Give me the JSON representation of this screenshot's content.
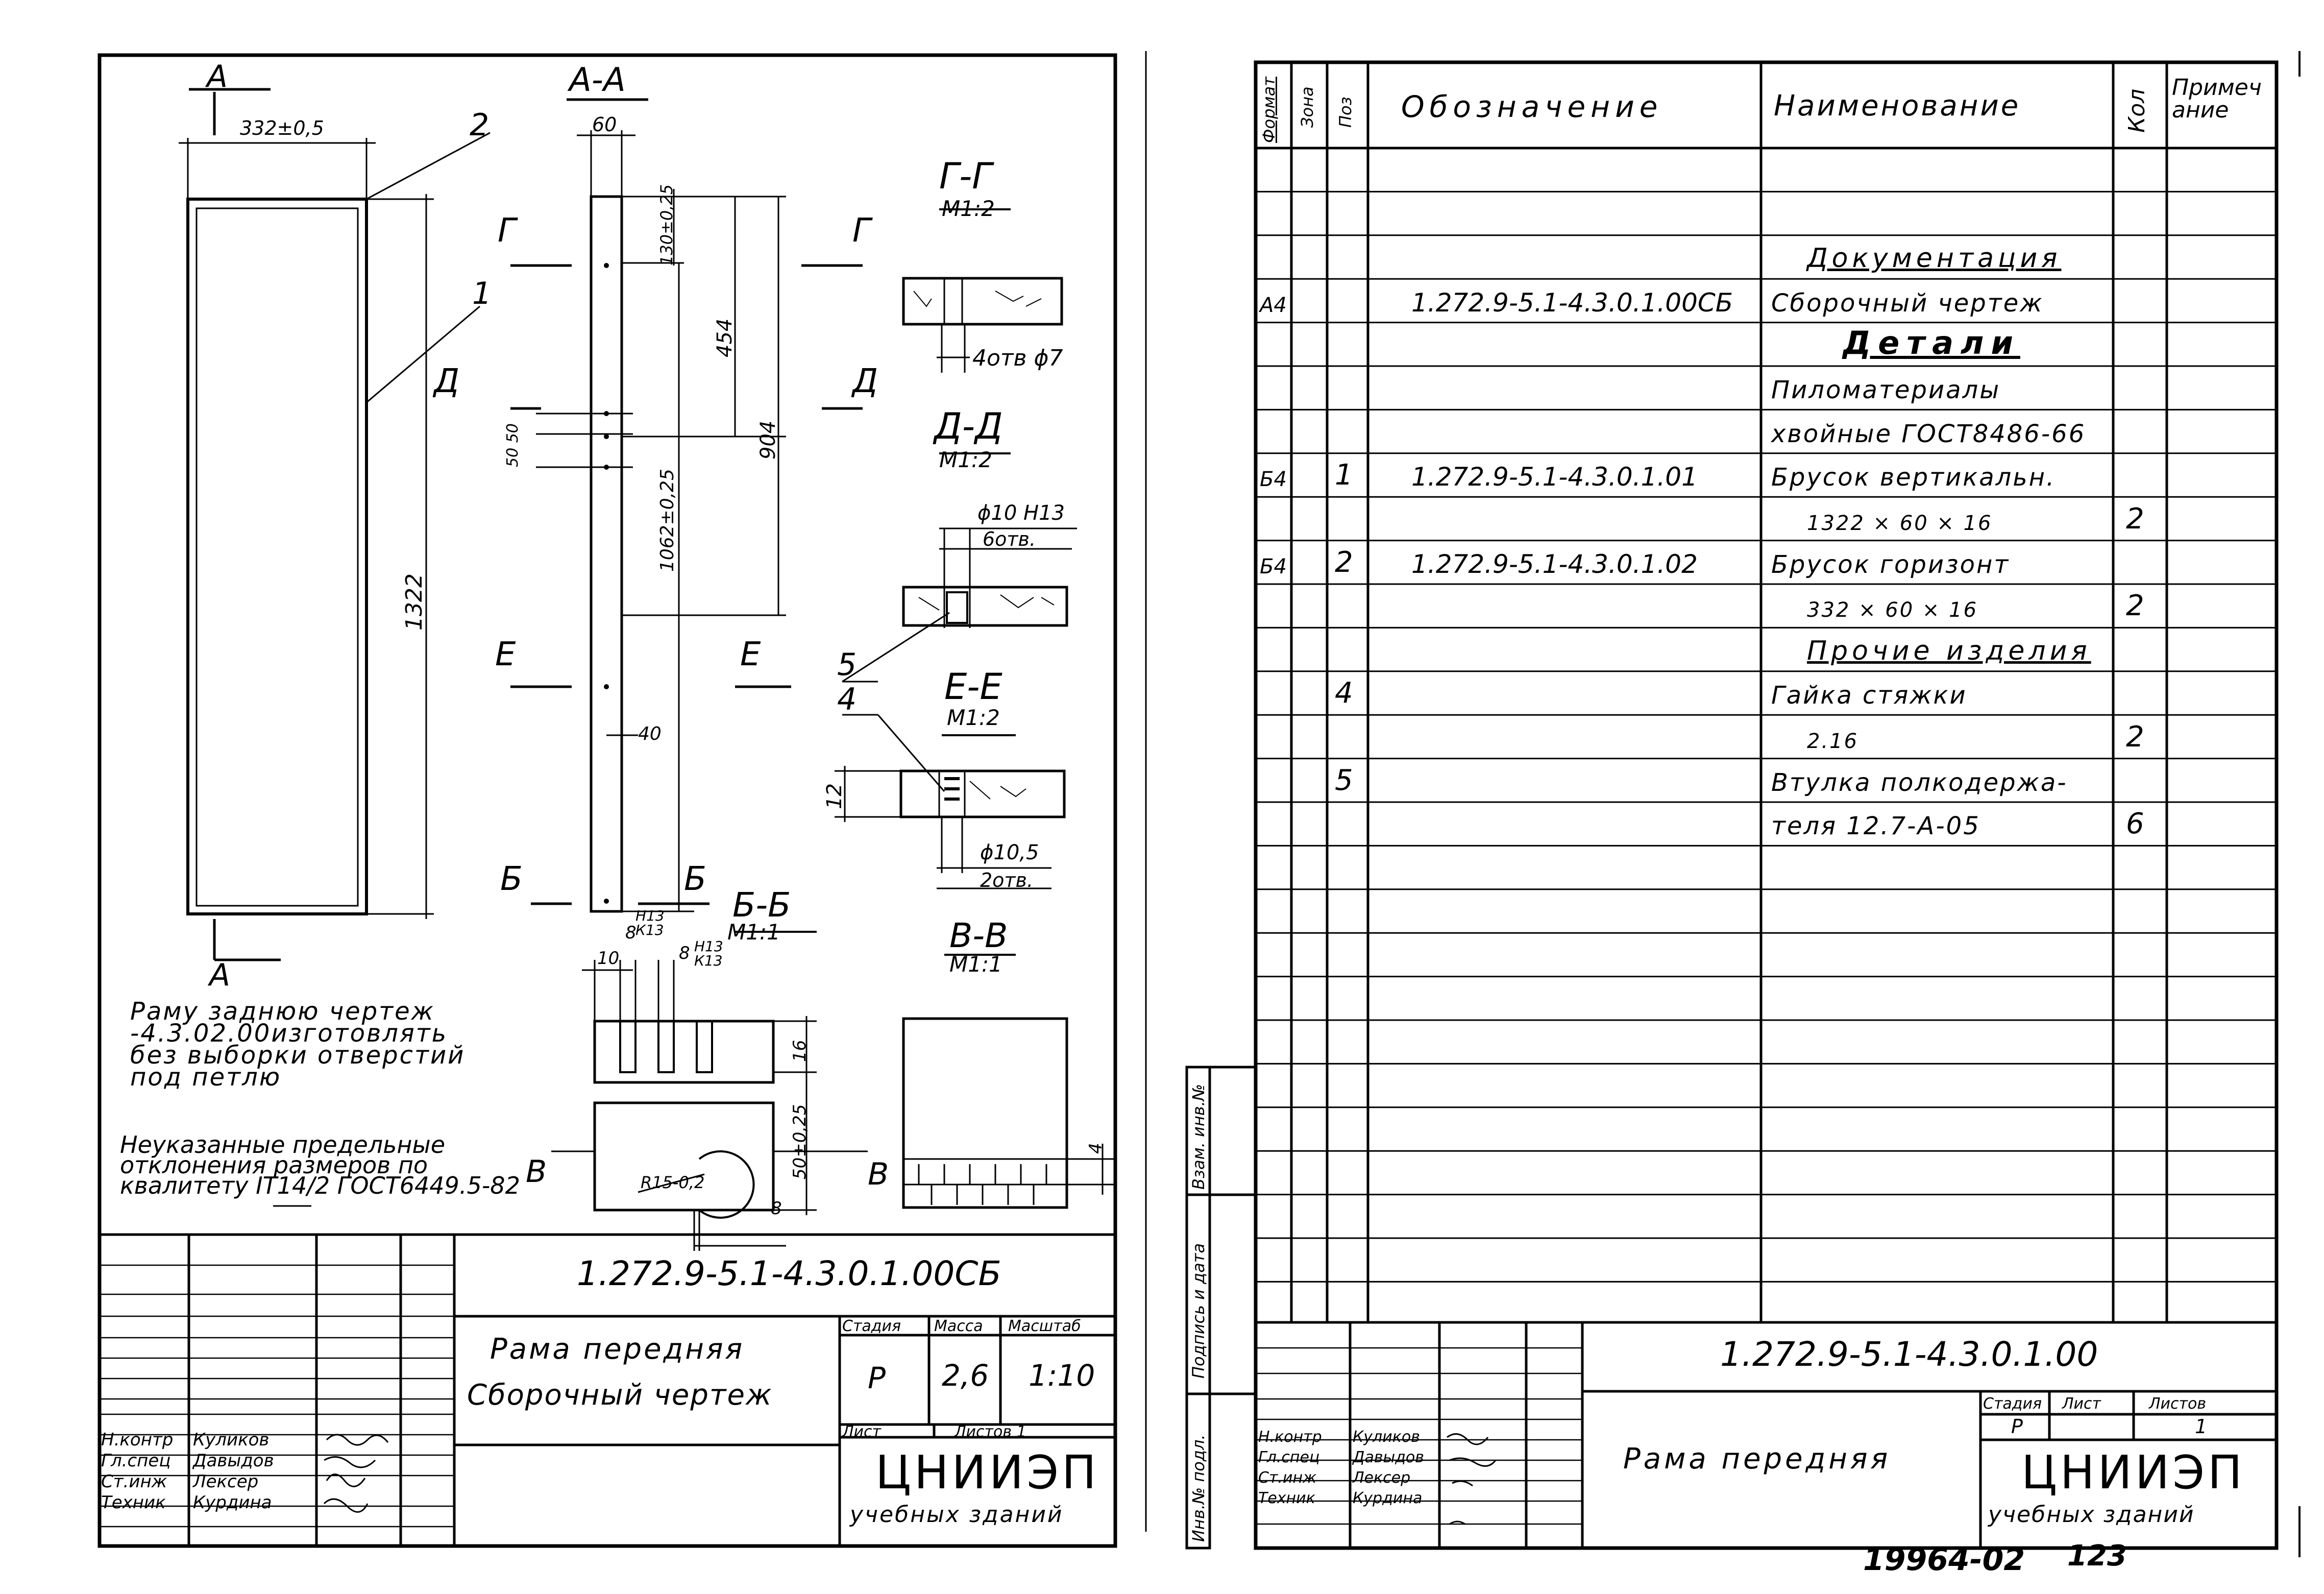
{
  "left_sheet": {
    "drawing": {
      "view_label_a_top": "А",
      "view_label_a_bottom": "А",
      "dim_width": "332±0,5",
      "dim_height": "1322",
      "callout_1": "1",
      "callout_2": "2",
      "section_aa": "А-А",
      "dim_60": "60",
      "dim_130": "130±0,25",
      "dim_454": "454",
      "dim_904": "904",
      "dim_1062": "1062±0,25",
      "dim_50_50": "50 50",
      "dim_40": "40",
      "cut_g_left": "Г",
      "cut_g_right": "Г",
      "cut_d_left": "Д",
      "cut_d_right": "Д",
      "cut_e_left": "Е",
      "cut_e_right": "Е",
      "cut_b_left": "Б",
      "cut_b_right": "Б",
      "section_gg": "Г-Г",
      "scale_gg": "М1:2",
      "note_gg": "4отв ϕ7",
      "section_dd": "Д-Д",
      "scale_dd": "М1:2",
      "note_dd_1": "ϕ10 Н13",
      "note_dd_2": "6отв.",
      "callout_5": "5",
      "callout_4": "4",
      "section_ee": "Е-Е",
      "scale_ee": "М1:2",
      "dim_12": "12",
      "note_ee_1": "ϕ10,5",
      "note_ee_2": "2отв.",
      "section_bb": "Б-Б",
      "scale_bb": "М1:1",
      "h13_k13_a": "Н13 К13",
      "h13_k13_b": "Н13 К13",
      "dim_10": "10",
      "dim_8a": "8",
      "dim_8b": "8",
      "dim_16": "16",
      "dim_50_bb": "50±0,25",
      "r15": "R15-0,2",
      "dim_8c": "8",
      "section_vv": "В-В",
      "scale_vv": "М1:1",
      "cut_v_left": "В",
      "cut_v_right": "В",
      "dim_4": "4"
    },
    "notes": [
      "Раму заднюю чертеж",
      "-4.3.02.00изготовлять",
      "без выборки отверстий",
      "под петлю"
    ],
    "tolerance_note": [
      "Неуказанные предельные",
      "отклонения размеров по",
      "квалитету IT14/2 ГОСТ6449.5-82"
    ],
    "title_block": {
      "doc_code": "1.272.9-5.1-4.3.0.1.00СБ",
      "title_line1": "Рама передняя",
      "title_line2": "Сборочный чертеж",
      "col_stage": "Стадия",
      "col_mass": "Масса",
      "col_scale": "Масштаб",
      "stage": "Р",
      "mass": "2,6",
      "scale": "1:10",
      "sheet_label": "Лист",
      "sheets_label": "Листов 1",
      "org_name": "ЦНИИЭП",
      "org_sub": "учебных зданий",
      "roles": [
        "Н.контр",
        "Гл.спец",
        "Ст.инж",
        "Техник"
      ],
      "names": [
        "Куликов",
        "Давыдов",
        "Лексер",
        "Курдина"
      ]
    }
  },
  "right_sheet": {
    "headers": {
      "format": "Формат",
      "zone": "Зона",
      "pos": "Поз",
      "designation": "Обозначение",
      "name": "Наименование",
      "qty": "Кол",
      "note": "Примечание"
    },
    "rows": [
      {
        "format": "",
        "pos": "",
        "designation": "",
        "name": "Документация",
        "qty": "",
        "style": "heading"
      },
      {
        "format": "А4",
        "pos": "",
        "designation": "1.272.9-5.1-4.3.0.1.00СБ",
        "name": "Сборочный чертеж",
        "qty": ""
      },
      {
        "format": "",
        "pos": "",
        "designation": "",
        "name": "Детали",
        "qty": "",
        "style": "heading-big"
      },
      {
        "format": "",
        "pos": "",
        "designation": "",
        "name": "Пиломатериалы",
        "qty": ""
      },
      {
        "format": "",
        "pos": "",
        "designation": "",
        "name": "хвойные ГОСТ8486-66",
        "qty": ""
      },
      {
        "format": "Б4",
        "pos": "1",
        "designation": "1.272.9-5.1-4.3.0.1.01",
        "name": "Брусок вертикальн.",
        "qty": ""
      },
      {
        "format": "",
        "pos": "",
        "designation": "",
        "name": "1322 × 60 × 16",
        "qty": "2",
        "indent": true
      },
      {
        "format": "Б4",
        "pos": "2",
        "designation": "1.272.9-5.1-4.3.0.1.02",
        "name": "Брусок горизонт",
        "qty": ""
      },
      {
        "format": "",
        "pos": "",
        "designation": "",
        "name": "332 × 60 × 16",
        "qty": "2",
        "indent": true
      },
      {
        "format": "",
        "pos": "",
        "designation": "",
        "name": "Прочие изделия",
        "qty": "",
        "style": "heading"
      },
      {
        "format": "",
        "pos": "4",
        "designation": "",
        "name": "Гайка стяжки",
        "qty": ""
      },
      {
        "format": "",
        "pos": "",
        "designation": "",
        "name": "2.16",
        "qty": "2",
        "indent": true
      },
      {
        "format": "",
        "pos": "5",
        "designation": "",
        "name": "Втулка полкодержа-",
        "qty": ""
      },
      {
        "format": "",
        "pos": "",
        "designation": "",
        "name": "теля 12.7-А-05",
        "qty": "6"
      }
    ],
    "side_stamp": [
      "Инв.№ подл.",
      "Подпись и дата",
      "Взам. инв.№"
    ],
    "title_block": {
      "doc_code": "1.272.9-5.1-4.3.0.1.00",
      "title": "Рама передняя",
      "col_stage": "Стадия",
      "col_sheet": "Лист",
      "col_sheets": "Листов",
      "stage": "Р",
      "sheets": "1",
      "org_name": "ЦНИИЭП",
      "org_sub": "учебных зданий",
      "roles": [
        "Н.контр",
        "Гл.спец",
        "Ст.инж",
        "Техник"
      ],
      "names": [
        "Куликов",
        "Давыдов",
        "Лексер",
        "Курдина"
      ]
    },
    "footer_number": "19964-02",
    "page_number": "123"
  }
}
